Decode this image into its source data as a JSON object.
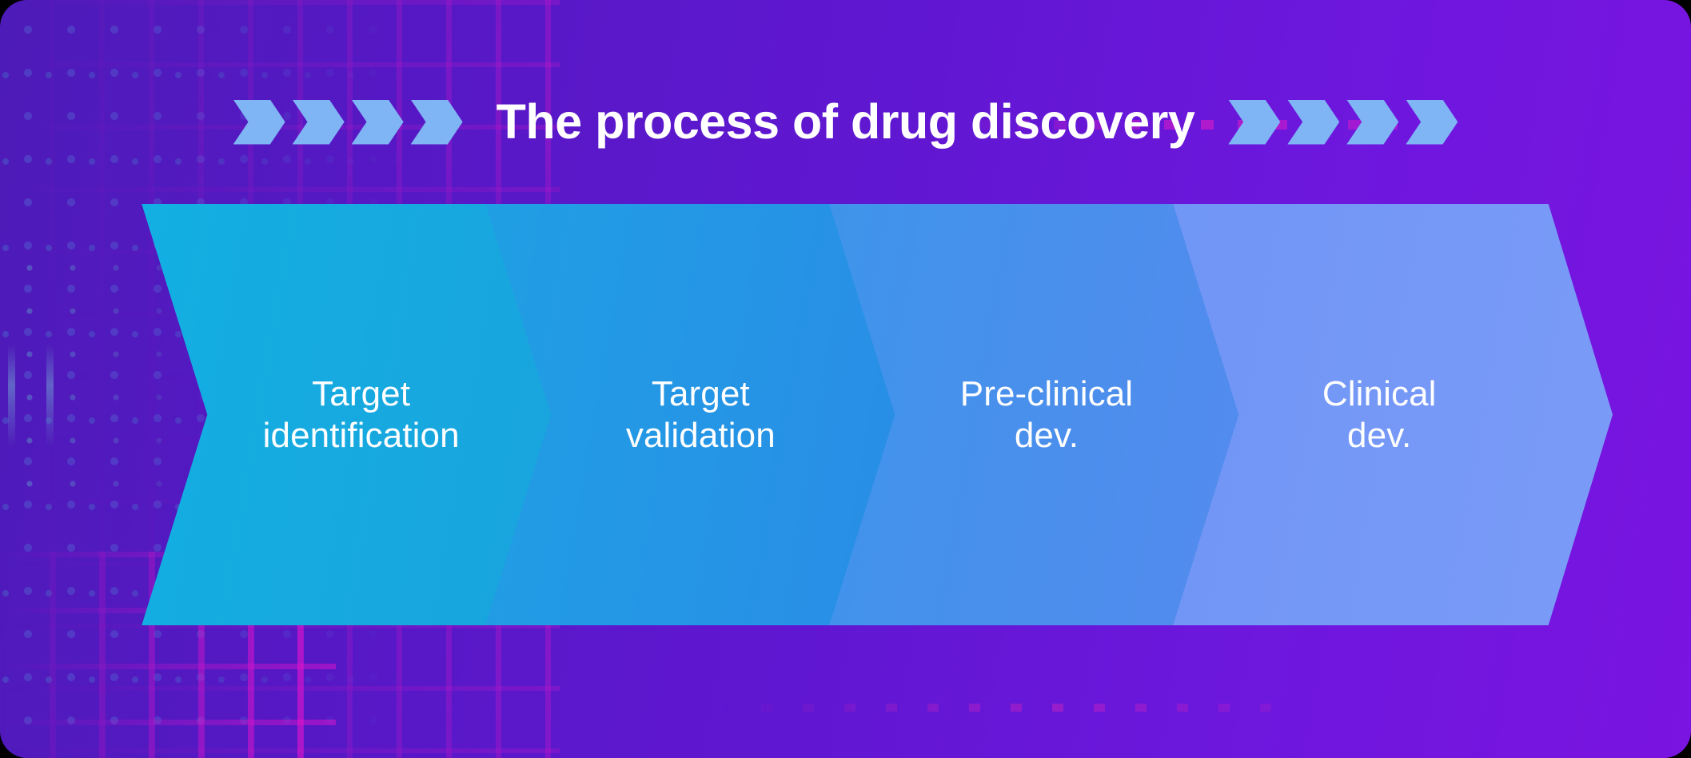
{
  "header": {
    "title": "The process of drug discovery",
    "left_chevron_count": 4,
    "right_chevron_count": 4,
    "chevron_icon_name": "chevron-right-icon",
    "chevron_color": "#7fb4f5",
    "title_color": "#ffffff"
  },
  "background": {
    "gradient_from": "#4d1bb8",
    "gradient_to": "#7a14e0",
    "left_texture_color": "#5680dc",
    "right_texture_color": "#e818c8",
    "corner_radius": "34px"
  },
  "flow": {
    "type": "chevron-process",
    "direction": "left-to-right",
    "stage_count": 4,
    "stages": [
      {
        "index": 1,
        "label": "Target\nidentification",
        "line1": "Target",
        "line2": "identification",
        "color": "#15ace0",
        "gradient_from": "#12b0e2",
        "gradient_to": "#1aa3dd"
      },
      {
        "index": 2,
        "label": "Target\nvalidation",
        "line1": "Target",
        "line2": "validation",
        "color": "#2196e3",
        "gradient_from": "#1fa0e4",
        "gradient_to": "#2a8ce6"
      },
      {
        "index": 3,
        "label": "Pre-clinical\ndev.",
        "line1": "Pre-clinical",
        "line2": "dev.",
        "color": "#4a90ec",
        "gradient_from": "#3d95ea",
        "gradient_to": "#558aee"
      },
      {
        "index": 4,
        "label": "Clinical\ndev.",
        "line1": "Clinical",
        "line2": "dev.",
        "color": "#6e96f5",
        "gradient_from": "#6f95f6",
        "gradient_to": "#7b9bf7"
      }
    ]
  }
}
